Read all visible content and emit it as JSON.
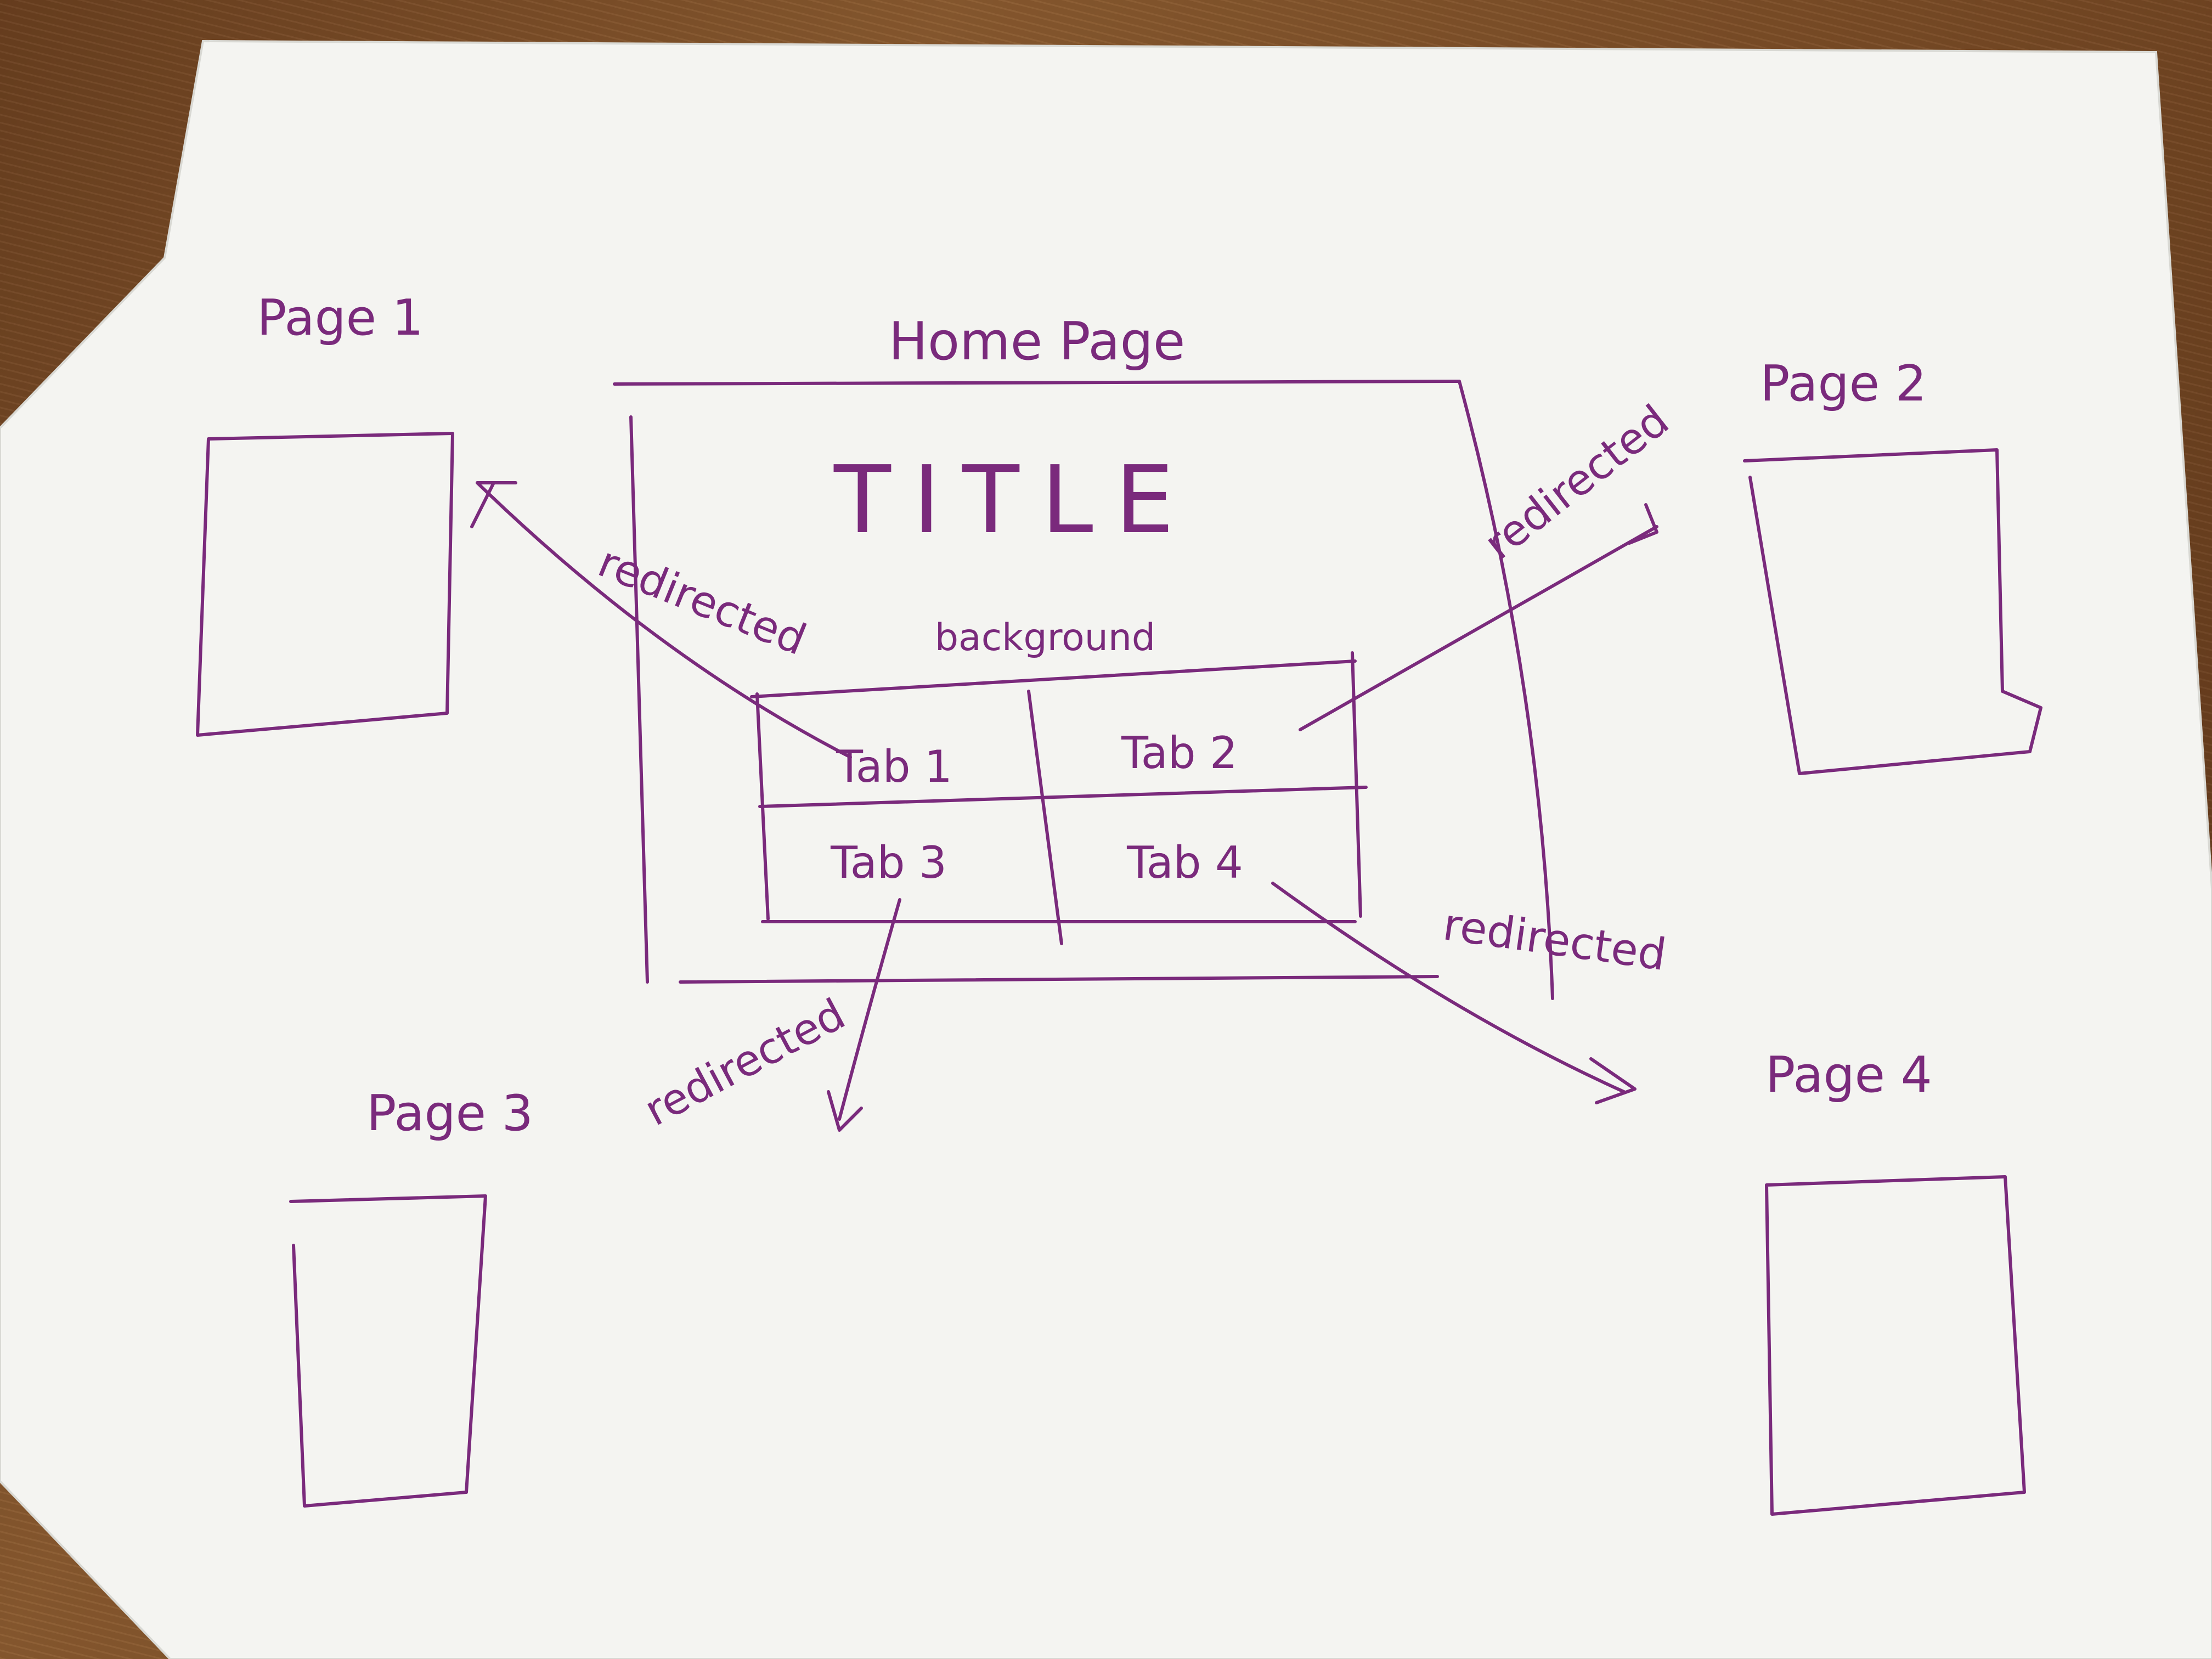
{
  "colors": {
    "ink": "#7a2a7c",
    "paper": "#f4f4f1",
    "table": "#7a4c26"
  },
  "home": {
    "heading": "Home Page",
    "title": "TITLE",
    "background_label": "background"
  },
  "tabs": [
    {
      "label": "Tab 1"
    },
    {
      "label": "Tab 2"
    },
    {
      "label": "Tab 3"
    },
    {
      "label": "Tab 4"
    }
  ],
  "pages": [
    {
      "label": "Page 1"
    },
    {
      "label": "Page 2"
    },
    {
      "label": "Page 3"
    },
    {
      "label": "Page 4"
    }
  ],
  "arrows": [
    {
      "label": "redirected",
      "from": "Tab 1",
      "to": "Page 1"
    },
    {
      "label": "redirected",
      "from": "Tab 2",
      "to": "Page 2"
    },
    {
      "label": "redirected",
      "from": "Tab 3",
      "to": "Page 3"
    },
    {
      "label": "redirected",
      "from": "Tab 4",
      "to": "Page 4"
    }
  ]
}
